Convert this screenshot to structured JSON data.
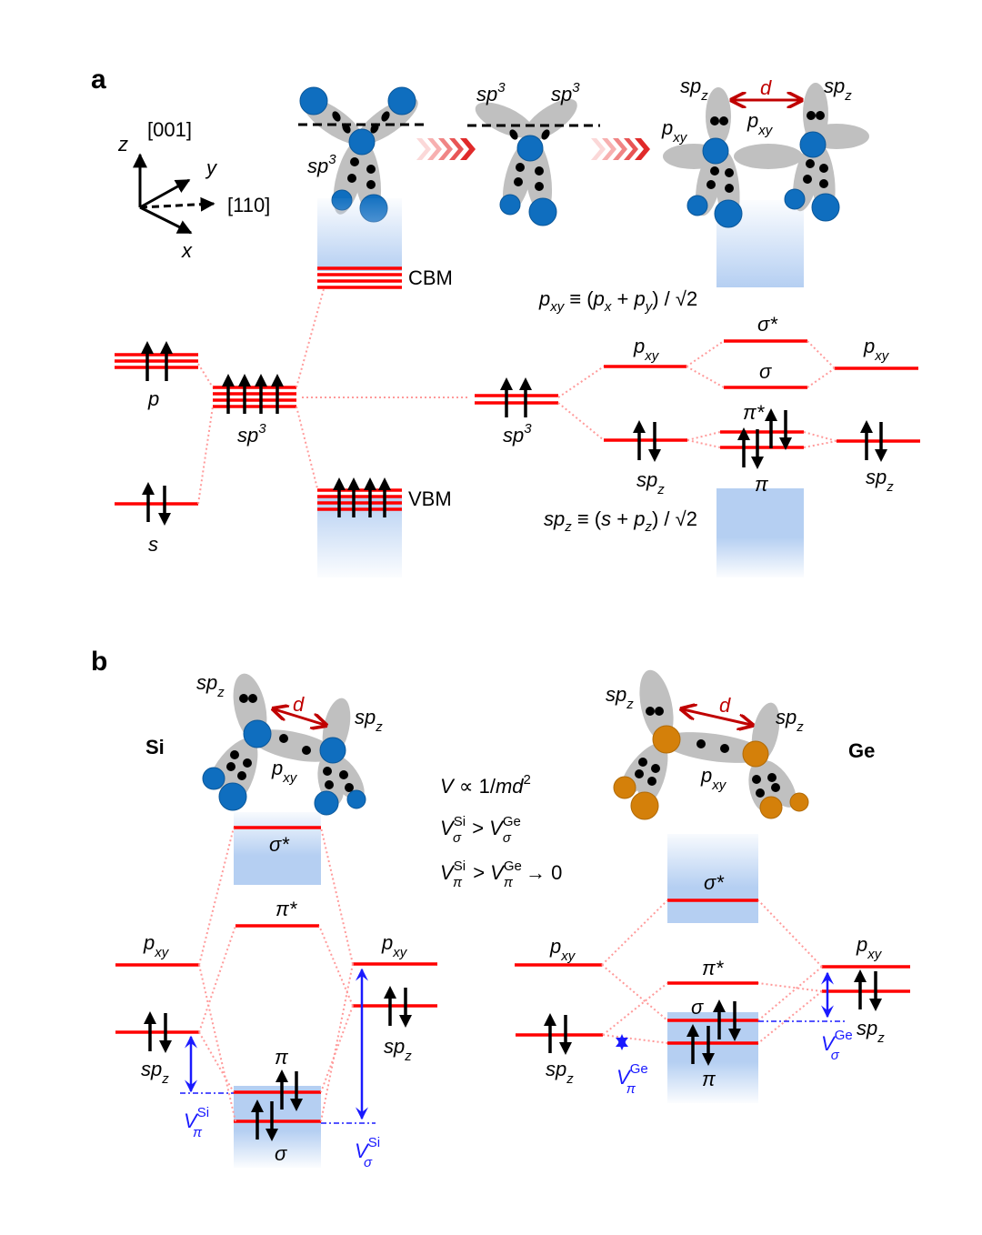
{
  "figure": {
    "panels": {
      "a": {
        "label": "a",
        "axes": {
          "z_label": "z",
          "z_direction": "[001]",
          "y_label": "y",
          "x_label": "x",
          "diag_direction": "[110]"
        },
        "structures": {
          "bulk_hybrid_label": "sp",
          "bulk_hybrid_sup": "3",
          "surface_hybrid_left": "sp",
          "surface_hybrid_left_sup": "3",
          "surface_hybrid_right": "sp",
          "surface_hybrid_right_sup": "3",
          "dimer_left_spz": "sp",
          "dimer_left_spz_sub": "z",
          "dimer_right_spz": "sp",
          "dimer_right_spz_sub": "z",
          "dimer_distance": "d",
          "dimer_pxy_left": "p",
          "dimer_pxy_left_sub": "xy",
          "dimer_pxy_mid": "p",
          "dimer_pxy_mid_sub": "xy"
        },
        "levels": {
          "p": "p",
          "s": "s",
          "sp3": "sp",
          "sp3_sup": "3",
          "cbm": "CBM",
          "vbm": "VBM",
          "surface_sp3": "sp",
          "surface_sp3_sup": "3",
          "pxy_left": "p",
          "pxy_left_sub": "xy",
          "spz_left": "sp",
          "spz_left_sub": "z",
          "sigma_star": "σ*",
          "sigma": "σ",
          "pi_star": "π*",
          "pi": "π",
          "pxy_right": "p",
          "pxy_right_sub": "xy",
          "spz_right": "sp",
          "spz_right_sub": "z"
        },
        "equations": {
          "pxy_def": {
            "lhs": "p",
            "lhs_sub": "xy",
            "mid": " ≡ (",
            "t1": "p",
            "t1_sub": "x",
            "plus": " + ",
            "t2": "p",
            "t2_sub": "y",
            "tail": ") / √2"
          },
          "spz_def": {
            "lhs": "sp",
            "lhs_sub": "z",
            "mid": " ≡ (",
            "t1": "s",
            "plus": " + ",
            "t2": "p",
            "t2_sub": "z",
            "tail": ") / √2"
          }
        }
      },
      "b": {
        "label": "b",
        "si": {
          "element": "Si",
          "spz_top_left": "sp",
          "spz_top_left_sub": "z",
          "spz_top_right": "sp",
          "spz_top_right_sub": "z",
          "distance": "d",
          "pxy": "p",
          "pxy_sub": "xy",
          "levels": {
            "sigma_star": "σ*",
            "pi_star": "π*",
            "pxy_left": "p",
            "pxy_left_sub": "xy",
            "pxy_right": "p",
            "pxy_right_sub": "xy",
            "spz_left": "sp",
            "spz_left_sub": "z",
            "spz_right": "sp",
            "spz_right_sub": "z",
            "pi": "π",
            "sigma": "σ"
          },
          "v_pi": {
            "base": "V",
            "sup": "Si",
            "sub": "π"
          },
          "v_sigma": {
            "base": "V",
            "sup": "Si",
            "sub": "σ"
          }
        },
        "ge": {
          "element": "Ge",
          "spz_top_left": "sp",
          "spz_top_left_sub": "z",
          "spz_top_right": "sp",
          "spz_top_right_sub": "z",
          "distance": "d",
          "pxy": "p",
          "pxy_sub": "xy",
          "levels": {
            "sigma_star": "σ*",
            "pi_star": "π*",
            "pxy_left": "p",
            "pxy_left_sub": "xy",
            "pxy_right": "p",
            "pxy_right_sub": "xy",
            "spz_left": "sp",
            "spz_left_sub": "z",
            "spz_right": "sp",
            "spz_right_sub": "z",
            "sigma": "σ",
            "pi": "π"
          },
          "v_pi": {
            "base": "V",
            "sup": "Ge",
            "sub": "π"
          },
          "v_sigma": {
            "base": "V",
            "sup": "Ge",
            "sub": "σ"
          }
        },
        "relations": {
          "r1": {
            "v": "V",
            "prop": " ∝ 1/",
            "md": "md",
            "sup": "2"
          },
          "r2": {
            "v1": "V",
            "v1_sup": "Si",
            "v1_sub": "σ",
            "gt": " > ",
            "v2": "V",
            "v2_sup": "Ge",
            "v2_sub": "σ"
          },
          "r3": {
            "v1": "V",
            "v1_sup": "Si",
            "v1_sub": "π",
            "gt": " > ",
            "v2": "V",
            "v2_sup": "Ge",
            "v2_sub": "π",
            "tail": " → 0"
          }
        }
      }
    },
    "colors": {
      "level": "#ff0000",
      "connector": "#ff9a9a",
      "si_atom": "#0f6ebf",
      "ge_atom": "#d4800a",
      "band": "#b5cff2",
      "coupling_arrow": "#1a1aff",
      "distance_arrow": "#c00000"
    }
  }
}
